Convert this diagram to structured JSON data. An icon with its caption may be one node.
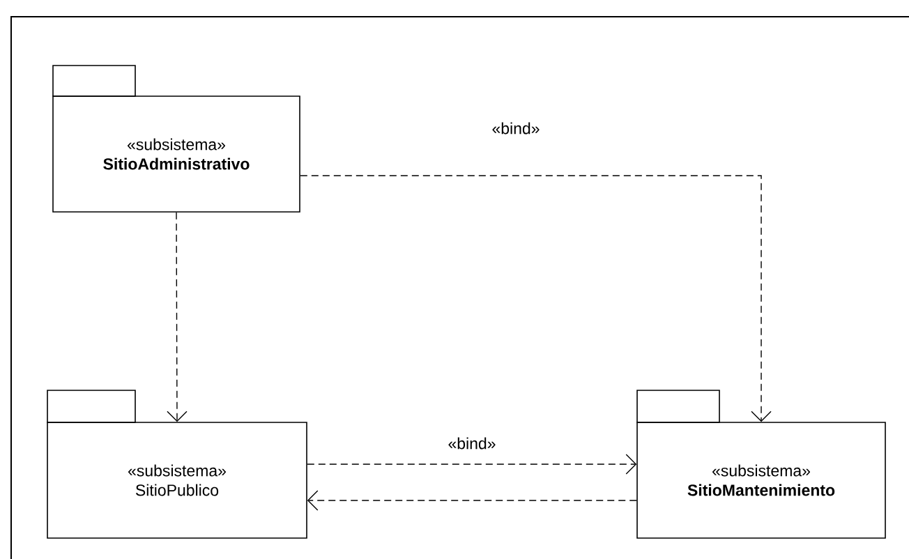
{
  "diagram": {
    "nodes": [
      {
        "text": [
          "«subsistema»",
          "SitioAdministrativo"
        ]
      },
      {
        "text": [
          "«subsistema»",
          "SitioPublico"
        ]
      },
      {
        "text": [
          "«subsistema»",
          "SitioMantenimiento"
        ]
      }
    ],
    "edges": [
      {
        "from": 0,
        "to": 1,
        "arrow": "to",
        "style": "dashed"
      },
      {
        "from": 0,
        "to": 2,
        "arrow": "to",
        "style": "dashed",
        "label": "«bind»"
      },
      {
        "from": 1,
        "to": 2,
        "arrow": "to",
        "style": "dashed",
        "label": "«bind»"
      },
      {
        "from": 2,
        "to": 1,
        "arrow": "to",
        "style": "dashed"
      }
    ]
  }
}
